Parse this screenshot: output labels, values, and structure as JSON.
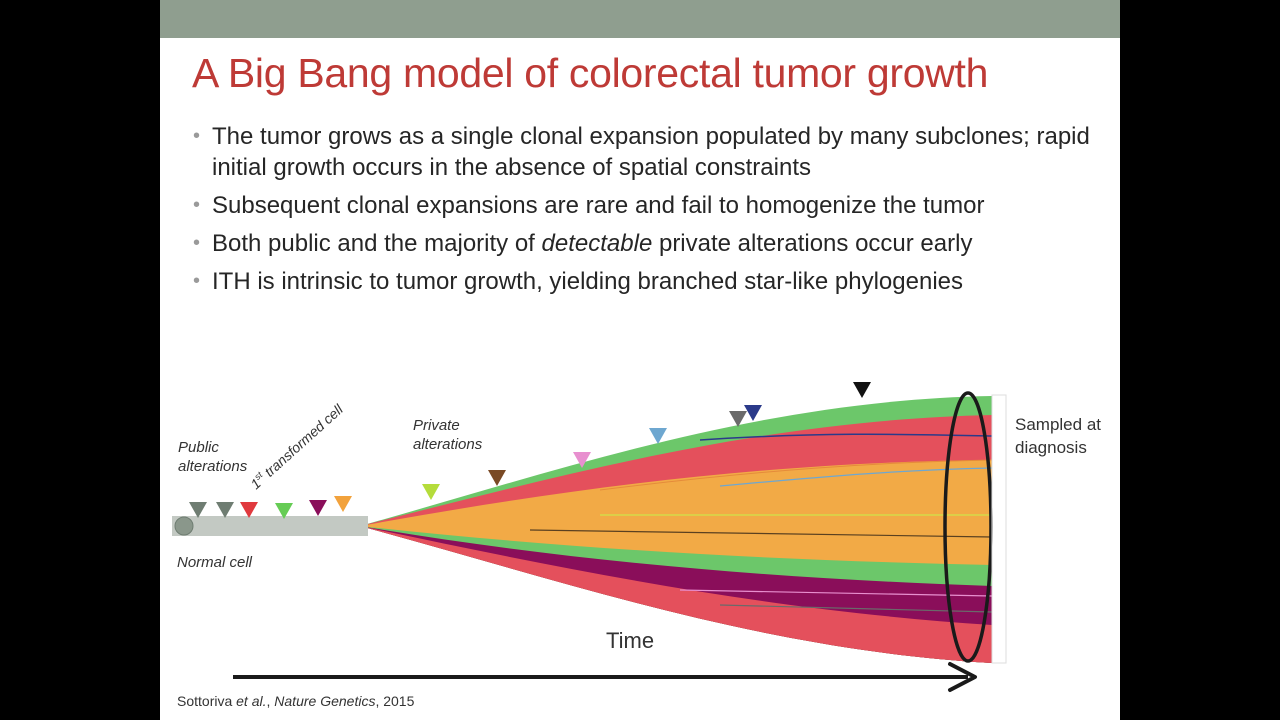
{
  "slide": {
    "title": "A Big Bang model of colorectal tumor growth",
    "bullets": [
      {
        "parts": [
          {
            "text": "The tumor grows as a single clonal expansion populated by many subclones; rapid initial growth occurs in the absence of spatial constraints",
            "italic": false
          }
        ]
      },
      {
        "parts": [
          {
            "text": "Subsequent clonal expansions are rare and fail to homogenize the tumor",
            "italic": false
          }
        ]
      },
      {
        "parts": [
          {
            "text": "Both public and the majority of ",
            "italic": false
          },
          {
            "text": "detectable",
            "italic": true
          },
          {
            "text": " private alterations occur early",
            "italic": false
          }
        ]
      },
      {
        "parts": [
          {
            "text": "ITH is intrinsic to tumor growth, yielding branched star-like phylogenies",
            "italic": false
          }
        ]
      }
    ]
  },
  "diagram": {
    "labels": {
      "public_line1": "Public",
      "public_line2": "alterations",
      "first_cell_sup": "st",
      "first_cell_num": "1",
      "first_cell_rest": " transformed cell",
      "private_line1": "Private",
      "private_line2": "alterations",
      "normal_cell": "Normal cell",
      "sampled_line1": "Sampled at",
      "sampled_line2": "diagnosis",
      "time": "Time"
    },
    "colors": {
      "green": "#6cc76a",
      "red": "#e4505c",
      "orange": "#f2aa46",
      "purple": "#8a0e5a",
      "normal_bar": "#c3c9c3",
      "outline": "#1a1a1a"
    },
    "markers": [
      {
        "color": "#6f7d72",
        "group": "public"
      },
      {
        "color": "#6f7d72",
        "group": "public"
      },
      {
        "color": "#e0393e",
        "group": "public"
      },
      {
        "color": "#66cc55",
        "group": "public"
      },
      {
        "color": "#8a0e5a",
        "group": "public"
      },
      {
        "color": "#f2a23c",
        "group": "public"
      },
      {
        "color": "#b5dc3b",
        "group": "private"
      },
      {
        "color": "#7a4a25",
        "group": "private"
      },
      {
        "color": "#e88fcf",
        "group": "private"
      },
      {
        "color": "#6ea7d0",
        "group": "private"
      },
      {
        "color": "#6a6a6a",
        "group": "private"
      },
      {
        "color": "#2b3a8a",
        "group": "private"
      },
      {
        "color": "#111111",
        "group": "private"
      }
    ]
  },
  "citation": {
    "author": "Sottoriva ",
    "etal": "et al.",
    "sep": ", ",
    "journal": "Nature Genetics",
    "year": ", 2015"
  }
}
